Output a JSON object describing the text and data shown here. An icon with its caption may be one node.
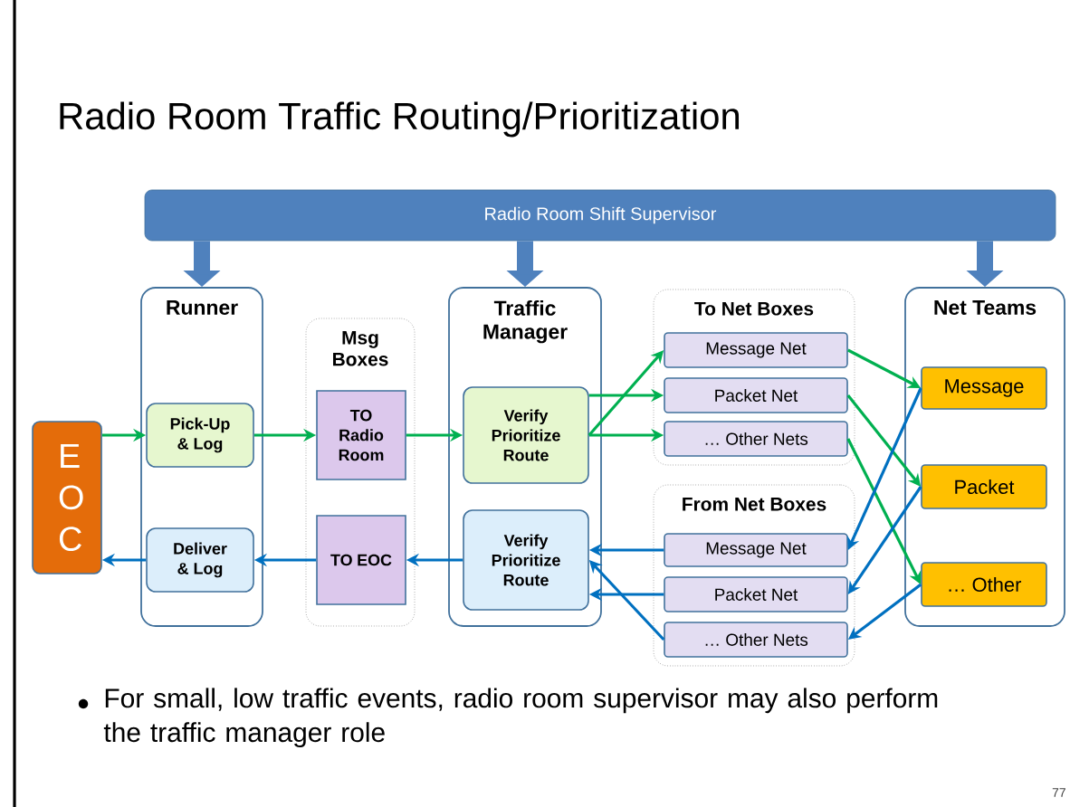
{
  "diagram": {
    "title": "Radio Room Traffic Routing/Prioritization",
    "nodes": [
      {
        "text": [
          "Radio Room Shift Supervisor"
        ]
      },
      {
        "text": [
          "Runner"
        ]
      },
      {
        "text": [
          "Pick-Up & Log"
        ],
        "in": 1
      },
      {
        "text": [
          "Deliver & Log"
        ],
        "in": 1
      },
      {
        "text": [
          "Msg Boxes"
        ]
      },
      {
        "text": [
          "TO Radio Room"
        ],
        "in": 4
      },
      {
        "text": [
          "TO EOC"
        ],
        "in": 4
      },
      {
        "text": [
          "Traffic Manager"
        ]
      },
      {
        "text": [
          "Verify Prioritize Route"
        ],
        "in": 7
      },
      {
        "text": [
          "Verify Prioritize Route"
        ],
        "in": 7
      },
      {
        "text": [
          "To Net Boxes"
        ]
      },
      {
        "text": [
          "Message Net"
        ],
        "in": 10
      },
      {
        "text": [
          "Packet Net"
        ],
        "in": 10
      },
      {
        "text": [
          "… Other Nets"
        ],
        "in": 10
      },
      {
        "text": [
          "From Net Boxes"
        ]
      },
      {
        "text": [
          "Message Net"
        ],
        "in": 14
      },
      {
        "text": [
          "Packet Net"
        ],
        "in": 14
      },
      {
        "text": [
          "… Other Nets"
        ],
        "in": 14
      },
      {
        "text": [
          "Net Teams"
        ]
      },
      {
        "text": [
          "Message"
        ],
        "in": 18
      },
      {
        "text": [
          "Packet"
        ],
        "in": 18
      },
      {
        "text": [
          "… Other"
        ],
        "in": 18
      },
      {
        "text": [
          "E O C"
        ]
      }
    ],
    "edges": [
      {
        "from": 0,
        "to": 1,
        "arrow": "to",
        "style": "thick",
        "color": "#4f81bd"
      },
      {
        "from": 0,
        "to": 7,
        "arrow": "to",
        "style": "thick",
        "color": "#4f81bd"
      },
      {
        "from": 0,
        "to": 18,
        "arrow": "to",
        "style": "thick",
        "color": "#4f81bd"
      },
      {
        "from": 22,
        "to": 2,
        "arrow": "to",
        "color": "#00b050"
      },
      {
        "from": 2,
        "to": 5,
        "arrow": "to",
        "color": "#00b050"
      },
      {
        "from": 5,
        "to": 8,
        "arrow": "to",
        "color": "#00b050"
      },
      {
        "from": 8,
        "to": 11,
        "arrow": "to",
        "color": "#00b050"
      },
      {
        "from": 8,
        "to": 12,
        "arrow": "to",
        "color": "#00b050"
      },
      {
        "from": 8,
        "to": 13,
        "arrow": "to",
        "color": "#00b050"
      },
      {
        "from": 11,
        "to": 19,
        "arrow": "to",
        "color": "#00b050"
      },
      {
        "from": 12,
        "to": 20,
        "arrow": "to",
        "color": "#00b050"
      },
      {
        "from": 13,
        "to": 21,
        "arrow": "to",
        "color": "#00b050"
      },
      {
        "from": 19,
        "to": 15,
        "arrow": "to",
        "color": "#0070c0"
      },
      {
        "from": 20,
        "to": 16,
        "arrow": "to",
        "color": "#0070c0"
      },
      {
        "from": 21,
        "to": 17,
        "arrow": "to",
        "color": "#0070c0"
      },
      {
        "from": 15,
        "to": 9,
        "arrow": "to",
        "color": "#0070c0"
      },
      {
        "from": 16,
        "to": 9,
        "arrow": "to",
        "color": "#0070c0"
      },
      {
        "from": 17,
        "to": 9,
        "arrow": "to",
        "color": "#0070c0"
      },
      {
        "from": 9,
        "to": 6,
        "arrow": "to",
        "color": "#0070c0"
      },
      {
        "from": 6,
        "to": 3,
        "arrow": "to",
        "color": "#0070c0"
      },
      {
        "from": 3,
        "to": 22,
        "arrow": "to",
        "color": "#0070c0"
      }
    ],
    "labels": [
      "For small, low traffic events, radio room supervisor may also perform the traffic manager role",
      "77"
    ]
  }
}
